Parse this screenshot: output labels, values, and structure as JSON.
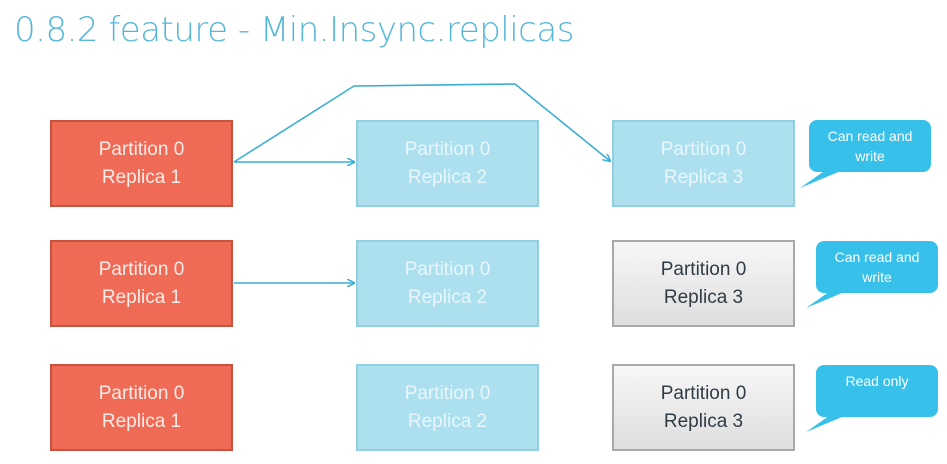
{
  "slide": {
    "title": "0.8.2 feature - Min.Insync.replicas"
  },
  "rows": [
    {
      "replicas": [
        {
          "line1": "Partition 0",
          "line2": "Replica 1",
          "state": "leader"
        },
        {
          "line1": "Partition 0",
          "line2": "Replica 2",
          "state": "follower"
        },
        {
          "line1": "Partition 0",
          "line2": "Replica 3",
          "state": "follower"
        }
      ],
      "callout": "Can read and write"
    },
    {
      "replicas": [
        {
          "line1": "Partition 0",
          "line2": "Replica 1",
          "state": "leader"
        },
        {
          "line1": "Partition 0",
          "line2": "Replica 2",
          "state": "follower"
        },
        {
          "line1": "Partition 0",
          "line2": "Replica 3",
          "state": "offline"
        }
      ],
      "callout": "Can read and write"
    },
    {
      "replicas": [
        {
          "line1": "Partition 0",
          "line2": "Replica 1",
          "state": "leader"
        },
        {
          "line1": "Partition 0",
          "line2": "Replica 2",
          "state": "follower"
        },
        {
          "line1": "Partition 0",
          "line2": "Replica 3",
          "state": "offline"
        }
      ],
      "callout": "Read only"
    }
  ],
  "colors": {
    "title": "#55b7d8",
    "leader": "#ef6b56",
    "follower": "#ade0ee",
    "offline": "#e6e6e6",
    "callout": "#36c0ea",
    "arrow": "#3aaed4"
  }
}
